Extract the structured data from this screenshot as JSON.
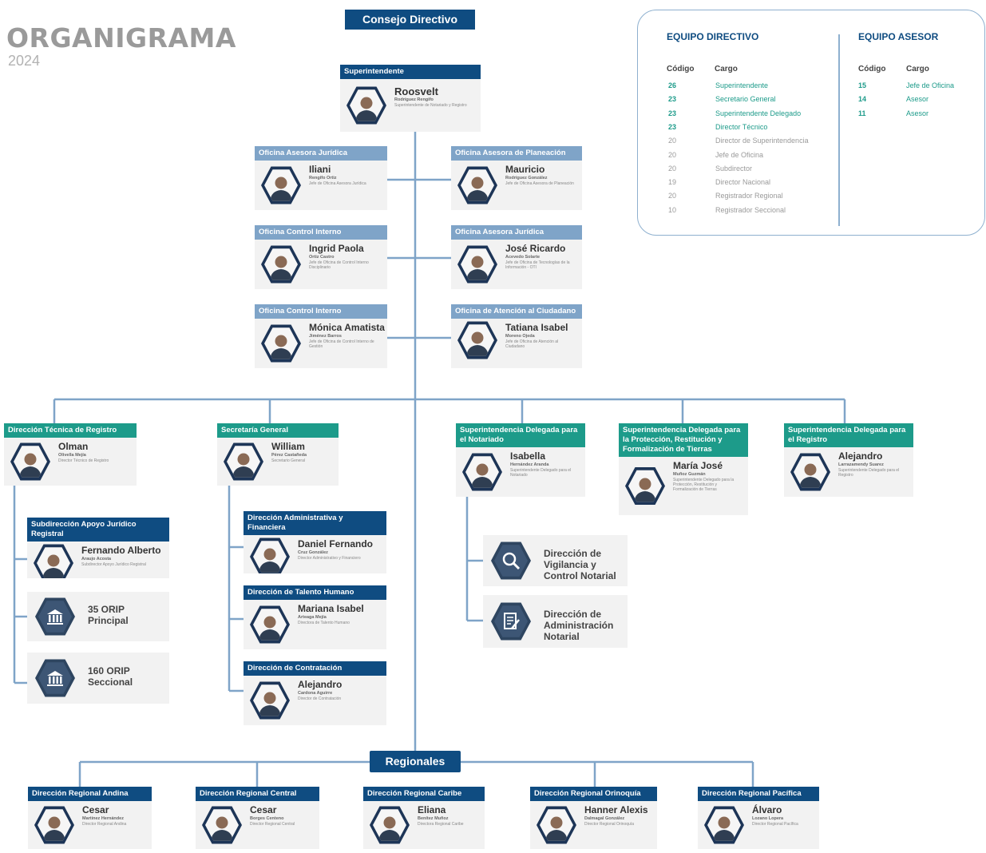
{
  "header": {
    "title": "ORGANIGRAMA",
    "year": "2024"
  },
  "council": "Consejo Directivo",
  "regional_label": "Regionales",
  "legend": {
    "directivo": {
      "title": "EQUIPO DIRECTIVO",
      "code_header": "Código",
      "cargo_header": "Cargo",
      "rows": [
        {
          "code": "26",
          "cargo": "Superintendente",
          "highlight": true
        },
        {
          "code": "23",
          "cargo": "Secretario General",
          "highlight": true
        },
        {
          "code": "23",
          "cargo": "Superintendente Delegado",
          "highlight": true
        },
        {
          "code": "23",
          "cargo": "Director Técnico",
          "highlight": true
        },
        {
          "code": "20",
          "cargo": "Director de Superintendencia",
          "highlight": false
        },
        {
          "code": "20",
          "cargo": "Jefe de Oficina",
          "highlight": false
        },
        {
          "code": "20",
          "cargo": "Subdirector",
          "highlight": false
        },
        {
          "code": "19",
          "cargo": "Director Nacional",
          "highlight": false
        },
        {
          "code": "20",
          "cargo": "Registrador Regional",
          "highlight": false
        },
        {
          "code": "10",
          "cargo": "Registrador Seccional",
          "highlight": false
        }
      ]
    },
    "asesor": {
      "title": "EQUIPO ASESOR",
      "code_header": "Código",
      "cargo_header": "Cargo",
      "rows": [
        {
          "code": "15",
          "cargo": "Jefe de Oficina"
        },
        {
          "code": "14",
          "cargo": "Asesor"
        },
        {
          "code": "11",
          "cargo": "Asesor"
        }
      ]
    }
  },
  "cards": {
    "superintendente": {
      "head": "Superintendente",
      "name": "Roosvelt",
      "surname": "Rodríguez Rengifo",
      "role": "Superintendente de Notariado y Registro"
    },
    "asesora_juridica_1": {
      "head": "Oficina Asesora Jurídica",
      "name": "Iliani",
      "surname": "Rengifo Ortiz",
      "role": "Jefe de Oficina Asesora Jurídica"
    },
    "asesora_planeacion": {
      "head": "Oficina Asesora de Planeación",
      "name": "Mauricio",
      "surname": "Rodríguez González",
      "role": "Jefe de Oficina Asesora de Planeación"
    },
    "control_interno_1": {
      "head": "Oficina Control Interno",
      "name": "Ingrid Paola",
      "surname": "Ortiz Castro",
      "role": "Jefe de Oficina de Control Interno Disciplinario"
    },
    "asesora_juridica_2": {
      "head": "Oficina Asesora Jurídica",
      "name": "José Ricardo",
      "surname": "Acevedo Solarte",
      "role": "Jefe de Oficina de Tecnologías de la Información - OTI"
    },
    "control_interno_2": {
      "head": "Oficina Control Interno",
      "name": "Mónica Amatista",
      "surname": "Jiménez Barros",
      "role": "Jefe de Oficina de Control Interno de Gestión"
    },
    "atencion_ciudadano": {
      "head": "Oficina de Atención al Ciudadano",
      "name": "Tatiana Isabel",
      "surname": "Moreno Ojeda",
      "role": "Jefe de Oficina de Atención al Ciudadano"
    },
    "direccion_tecnica": {
      "head": "Dirección Técnica de Registro",
      "name": "Olman",
      "surname": "Olivella Mejía",
      "role": "Director Técnico de Registro"
    },
    "secretaria_general": {
      "head": "Secretaría General",
      "name": "William",
      "surname": "Pérez Castañeda",
      "role": "Secretario General"
    },
    "delegada_notariado": {
      "head": "Superintendencia Delegada para el Notariado",
      "name": "Isabella",
      "surname": "Hernández Aranda",
      "role": "Superintendente Delegado para el Notariado"
    },
    "delegada_tierras": {
      "head": "Superintendencia Delegada para la Protección, Restitución y Formalización de Tierras",
      "name": "María José",
      "surname": "Muñoz Guzmán",
      "role": "Superintendente Delegado para la Protección, Restitución y Formalización de Tierras"
    },
    "delegada_registro": {
      "head": "Superintendencia Delegada para el Registro",
      "name": "Alejandro",
      "surname": "Larrazamendy Suarez",
      "role": "Superintendente Delegado para el Registro"
    },
    "subdireccion_juridica": {
      "head": "Subdirección Apoyo Jurídico Registral",
      "name": "Fernando Alberto",
      "surname": "Araujo Acosta",
      "role": "Subdirector Apoyo Jurídico Registral"
    },
    "orip_principal": {
      "label": "35 ORIP Principal"
    },
    "orip_seccional": {
      "label": "160 ORIP Seccional"
    },
    "dir_administrativa": {
      "head": "Dirección Administrativa y Financiera",
      "name": "Daniel Fernando",
      "surname": "Cruz González",
      "role": "Director Administrativo y Financiero"
    },
    "dir_talento": {
      "head": "Dirección de Talento Humano",
      "name": "Mariana Isabel",
      "surname": "Arteaga Mejía",
      "role": "Directora de Talento Humano"
    },
    "dir_contratacion": {
      "head": "Dirección de Contratación",
      "name": "Alejandro",
      "surname": "Cardona Aguirre",
      "role": "Director de Contratación"
    },
    "dir_vigilancia": {
      "label": "Dirección de Vigilancia y Control Notarial"
    },
    "dir_administracion_notarial": {
      "label": "Dirección de Administración Notarial"
    },
    "reg_andina": {
      "head": "Dirección Regional Andina",
      "name": "Cesar",
      "surname": "Martínez Hernández",
      "role": "Director Regional Andina"
    },
    "reg_central": {
      "head": "Dirección Regional Central",
      "name": "Cesar",
      "surname": "Borges Centeno",
      "role": "Director Regional Central"
    },
    "reg_caribe": {
      "head": "Dirección Regional Caribe",
      "name": "Eliana",
      "surname": "Benítez Muñoz",
      "role": "Directora Regional Caribe"
    },
    "reg_orinoquia": {
      "head": "Dirección Regional Orinoquía",
      "name": "Hanner Alexis",
      "surname": "Dalmagal González",
      "role": "Director Regional Orinoquía"
    },
    "reg_pacifica": {
      "head": "Dirección Regional Pacífica",
      "name": "Álvaro",
      "surname": "Lozano Lopera",
      "role": "Director Regional Pacífica"
    }
  }
}
